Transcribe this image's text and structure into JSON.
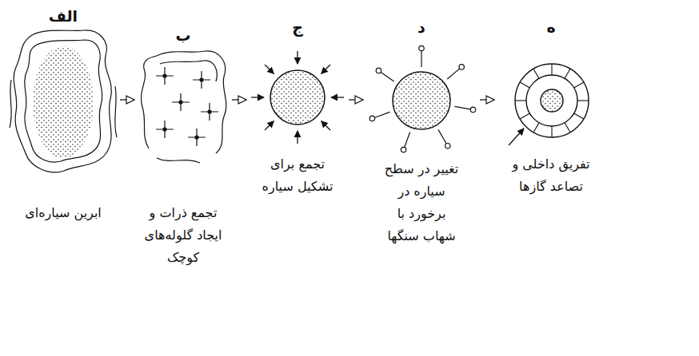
{
  "diagram": {
    "nodes": [
      {
        "text": [
          "الف",
          "ابرین سیاره‌ای"
        ]
      },
      {
        "text": [
          "ب",
          "تجمع ذرات و ایجاد گلوله‌های کوچک"
        ]
      },
      {
        "text": [
          "ج",
          "تجمع برای تشکیل سیاره"
        ]
      },
      {
        "text": [
          "د",
          "تغییر در سطح سیاره در برخورد با شهاب سنگها"
        ]
      },
      {
        "text": [
          "ه",
          "تفریق داخلی و تصاعد گازها"
        ]
      }
    ],
    "edges": [
      {
        "from": 0,
        "to": 1,
        "arrow": "to"
      },
      {
        "from": 1,
        "to": 2,
        "arrow": "to"
      },
      {
        "from": 2,
        "to": 3,
        "arrow": "to"
      },
      {
        "from": 3,
        "to": 4,
        "arrow": "to"
      }
    ]
  }
}
